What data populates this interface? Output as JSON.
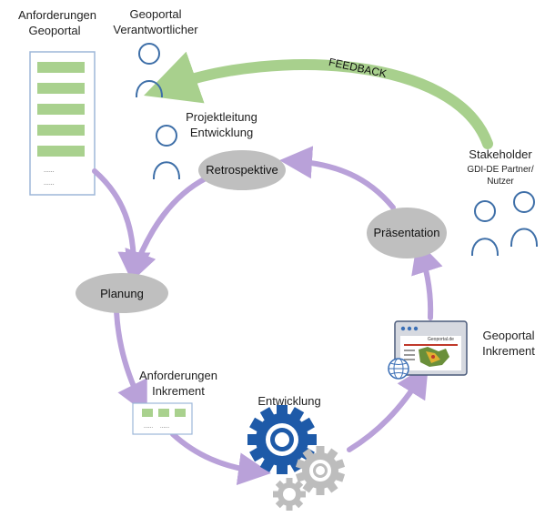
{
  "labels": {
    "requirements_portal": [
      "Anforderungen",
      "Geoportal"
    ],
    "portal_owner": [
      "Geoportal",
      "Verantwortlicher"
    ],
    "project_lead": [
      "Projektleitung",
      "Entwicklung"
    ],
    "stakeholder": "Stakeholder",
    "stakeholder_sub": [
      "GDI-DE Partner/",
      "Nutzer"
    ],
    "requirements_increment": [
      "Anforderungen",
      "Inkrement"
    ],
    "development": "Entwicklung",
    "portal_increment": [
      "Geoportal",
      "Inkrement"
    ]
  },
  "cycle_nodes": {
    "retrospective": "Retrospektive",
    "presentation": "Präsentation",
    "planning": "Planung"
  },
  "feedback": "FEEDBACK",
  "list_placeholder": "......",
  "screen_logo": "Geoportal.de",
  "colors": {
    "arrow": "#b9a1d9",
    "feedback_arrow": "#a8d08d",
    "node_fill": "#bfbfbf",
    "person_stroke": "#3e6fa8",
    "gear_dark": "#1e5aa8",
    "gear_light": "#bdbdbd",
    "list_bar": "#a9d18e"
  }
}
